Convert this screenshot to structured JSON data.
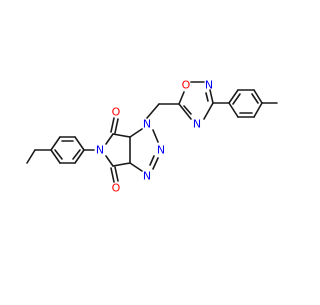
{
  "molecule": {
    "atom_labels": {
      "O_top": "O",
      "O_bottom": "O",
      "N_imide": "N",
      "N1": "N",
      "N2": "N",
      "N3": "N",
      "O_oxa": "O",
      "N_oxa_top": "N",
      "N_oxa_bottom": "N"
    },
    "colors": {
      "bond": "#1a1a1a",
      "oxygen": "#ff0000",
      "nitrogen": "#0000ff"
    }
  }
}
